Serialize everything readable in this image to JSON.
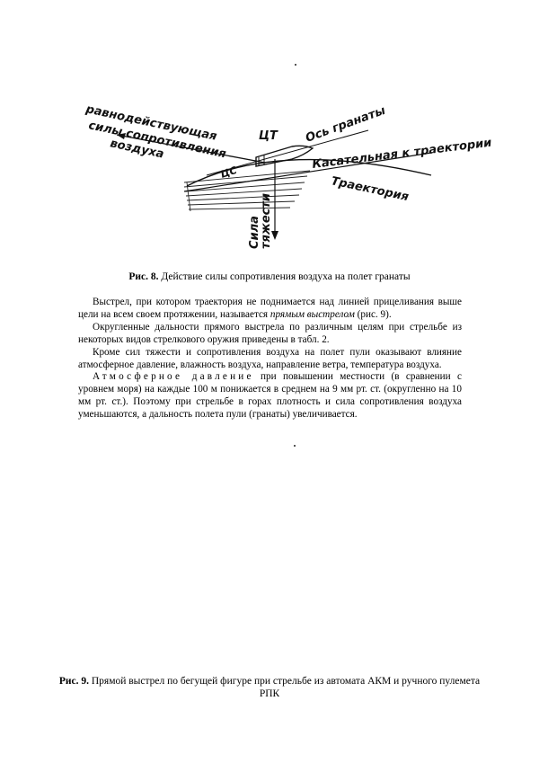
{
  "figure8": {
    "labels": {
      "resultant_line1": "равнодействующая",
      "resultant_line2": "силы сопротивления",
      "resultant_line3": "воздуха",
      "ct": "ЦТ",
      "cs": "ЦС",
      "axis": "Ось гранаты",
      "tangent": "Касательная к траектории",
      "trajectory": "Траектория",
      "gravity_line1": "Сила",
      "gravity_line2": "тяжести"
    },
    "caption_label": "Рис. 8.",
    "caption_text": "Действие силы сопротивления воздуха на полет гранаты"
  },
  "body": {
    "p1_start": "Выстрел, при котором траектория не поднимается над линией прицеливания выше цели на всем своем протяжении, называется",
    "p1_em": "прямым выстрелом",
    "p1_end": "(рис. 9).",
    "p2": "Округленные дальности прямого выстрела по различным целям при стрельбе из некоторых видов стрелкового оружия приведены в табл. 2.",
    "p3": "Кроме сил тяжести и сопротивления воздуха на полет пули оказывают влияние атмосферное давление, влажность воздуха, направление ветра, температура воздуха.",
    "p4_spaced": "Атмосферное давление",
    "p4_rest": "при повышении местности (в сравнении с уровнем моря) на каждые 100 м понижается в среднем на 9 мм рт. ст. (округленно на 10 мм рт. ст.). Поэтому при стрельбе в горах плотность и сила сопротивления воздуха уменьшаются, а дальность полета пули (гранаты) увеличивается."
  },
  "figure9": {
    "caption_label": "Рис. 9.",
    "caption_text": "Прямой выстрел по бегущей фигуре при стрельбе из автомата АКМ и ручного пулемета РПК"
  }
}
